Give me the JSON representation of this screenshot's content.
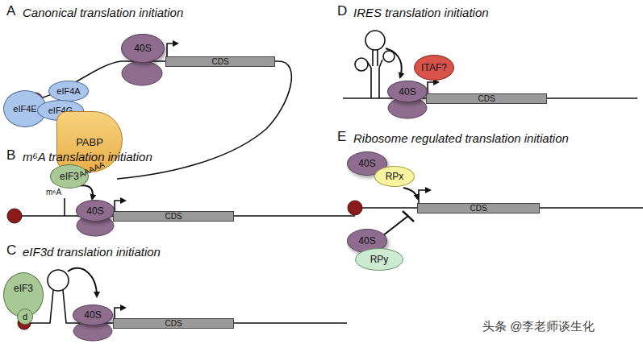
{
  "diagram": {
    "nodes": [
      {
        "text": [
          "eIF4E"
        ]
      },
      {
        "text": [
          "eIF4A"
        ]
      },
      {
        "text": [
          "eIF4G"
        ]
      },
      {
        "text": [
          "PABP"
        ]
      },
      {
        "text": [
          "40S"
        ]
      },
      {
        "text": [
          "CDS"
        ]
      },
      {
        "text": [
          "eIF3"
        ]
      },
      {
        "text": [
          "40S"
        ]
      },
      {
        "text": [
          "CDS"
        ]
      },
      {
        "text": [
          "eIF3"
        ]
      },
      {
        "text": [
          "d"
        ],
        "in": 9
      },
      {
        "text": [
          "40S"
        ]
      },
      {
        "text": [
          "CDS"
        ]
      },
      {
        "text": [
          "ITAF?"
        ]
      },
      {
        "text": [
          "40S"
        ]
      },
      {
        "text": [
          "CDS"
        ]
      },
      {
        "text": [
          "40S"
        ]
      },
      {
        "text": [
          "RPx"
        ]
      },
      {
        "text": [
          "40S"
        ]
      },
      {
        "text": [
          "RPy"
        ]
      },
      {
        "text": [
          "CDS"
        ]
      }
    ],
    "edges": [
      {
        "from": 6,
        "to": 7,
        "arrow": "to"
      }
    ],
    "labels": [
      "A",
      "Canonical translation initiation",
      "AAAAA",
      "B",
      "m⁶A translation initiation",
      "m⁶A",
      "C",
      "eIF3d translation initiation",
      "D",
      "IRES translation initiation",
      "E",
      "Ribosome regulated translation initiation",
      "头条 @李老师谈生化"
    ]
  }
}
